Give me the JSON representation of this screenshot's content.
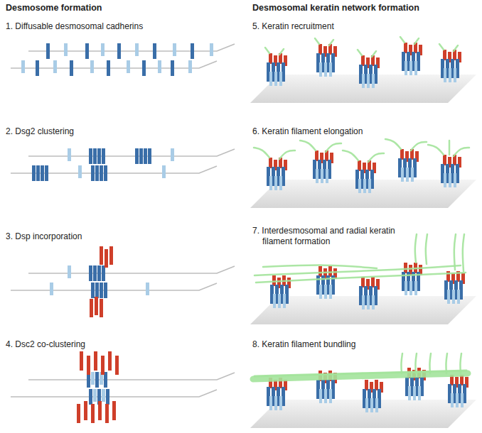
{
  "diagram": {
    "labels": [
      "Desmosome formation",
      "1. Diffusable desmosomal cadherins",
      "2. Dsg2 clustering",
      "3. Dsp incorporation",
      "4. Dsc2 co-clustering",
      "Desmosomal keratin network formation",
      "5. Keratin recruitment",
      "6. Keratin filament elongation",
      "7. Interdesmosomal and radial keratin filament formation",
      "8. Keratin filament bundling"
    ]
  }
}
